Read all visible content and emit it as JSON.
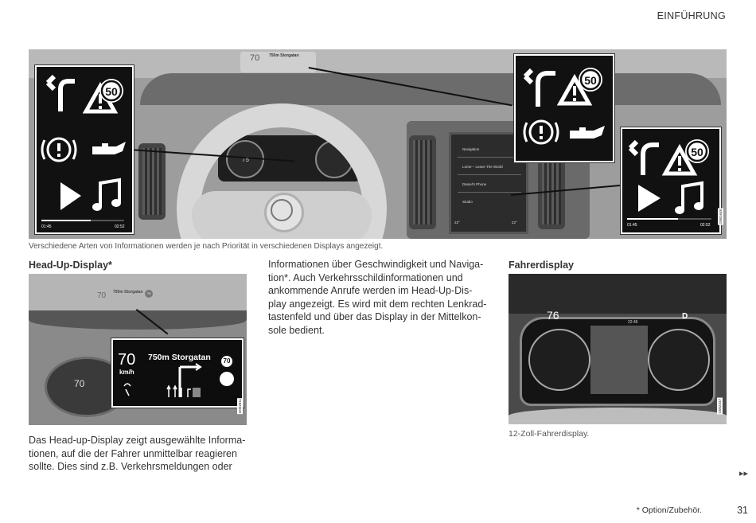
{
  "header": {
    "section": "EINFÜHRUNG"
  },
  "top_figure": {
    "hud_speed": "70",
    "hud_street": "750m Storgatan",
    "cluster_speed": "75",
    "center_display": {
      "items": [
        "Navigation",
        "Lorne – Leave The World",
        "Daniel's Phone",
        "Studio"
      ],
      "temp_left": "22°",
      "temp_right": "22°"
    },
    "callout_panels": [
      {
        "speed_limit": "50",
        "time_elapsed": "01:45",
        "time_total": "02:52",
        "progress": 0.6
      },
      {
        "speed_limit": "50"
      },
      {
        "speed_limit": "50",
        "time_elapsed": "01:45",
        "time_total": "02:52",
        "progress": 0.6
      }
    ],
    "figure_id": "G061648"
  },
  "caption_top": "Verschiedene Arten von Informationen werden je nach Priorität in verschiedenen Displays angezeigt.",
  "hud_section": {
    "heading": "Head-Up-Display*",
    "figure": {
      "small_speed": "70",
      "small_street": "750m Storgatan",
      "small_limit": "70",
      "speed": "70",
      "unit": "km/h",
      "street": "750m Storgatan",
      "speed_limit": "70",
      "cluster_speed": "70",
      "figure_id": "G052811"
    },
    "text": "Das Head-up-Display zeigt ausgewählte Informa-tionen, auf die der Fahrer unmittelbar reagieren sollte. Dies sind z.B. Verkehrsmeldungen oder"
  },
  "middle_text": "Informationen über Geschwindigkeit und Naviga-tion*. Auch Verkehrsschildinformationen und ankommende Anrufe werden im Head-Up-Dis-play angezeigt. Es wird mit dem rechten Lenkrad-tastenfeld und über das Display in der Mittelkon-sole bedient.",
  "driver_section": {
    "heading": "Fahrerdisplay",
    "figure": {
      "speed": "76",
      "gear": "D",
      "time": "22:45",
      "figure_id": "G052347"
    },
    "caption": "12-Zoll-Fahrerdisplay."
  },
  "footer": {
    "continue_marker": "▸▸",
    "note": "* Option/Zubehör.",
    "page_number": "31"
  }
}
